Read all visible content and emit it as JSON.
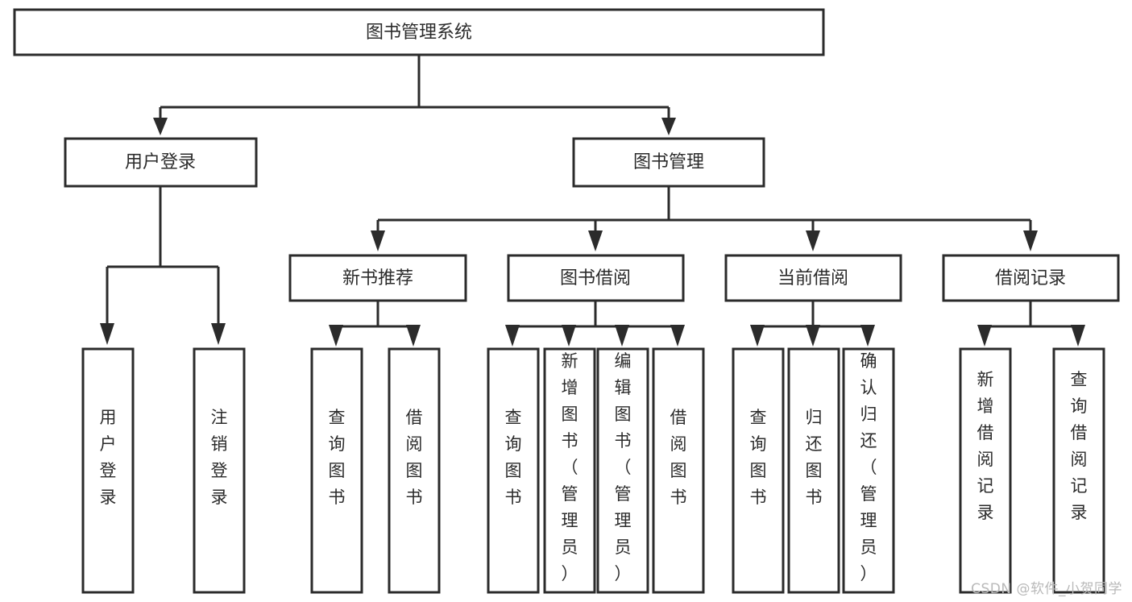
{
  "diagram": {
    "type": "tree",
    "title": "图书管理系统",
    "orientation": "top-down",
    "background_color": "#ffffff",
    "line_color": "#2b2b2b",
    "box_fill": "#ffffff",
    "box_stroke": "#2b2b2b",
    "nodes": {
      "root": {
        "label": "图书管理系统"
      },
      "level2": [
        {
          "label": "用户登录"
        },
        {
          "label": "图书管理"
        }
      ],
      "level3": [
        {
          "label": "新书推荐"
        },
        {
          "label": "图书借阅"
        },
        {
          "label": "当前借阅"
        },
        {
          "label": "借阅记录"
        }
      ],
      "leaves": [
        {
          "label": "用户登录",
          "parent": "用户登录"
        },
        {
          "label": "注销登录",
          "parent": "用户登录"
        },
        {
          "label": "查询图书",
          "parent": "新书推荐"
        },
        {
          "label": "借阅图书",
          "parent": "新书推荐"
        },
        {
          "label": "查询图书",
          "parent": "图书借阅"
        },
        {
          "label": "新增图书（管理员）",
          "parent": "图书借阅"
        },
        {
          "label": "编辑图书（管理员）",
          "parent": "图书借阅"
        },
        {
          "label": "借阅图书",
          "parent": "图书借阅"
        },
        {
          "label": "查询图书",
          "parent": "当前借阅"
        },
        {
          "label": "归还图书",
          "parent": "当前借阅"
        },
        {
          "label": "确认归还（管理员）",
          "parent": "当前借阅"
        },
        {
          "label": "新增借阅记录",
          "parent": "借阅记录"
        },
        {
          "label": "查询借阅记录",
          "parent": "借阅记录"
        }
      ]
    }
  },
  "watermark": {
    "text": "CSDN @软件_小贺同学"
  }
}
